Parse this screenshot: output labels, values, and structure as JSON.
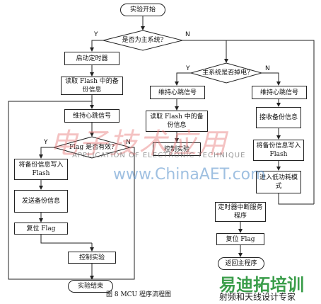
{
  "nodes": {
    "start": "实验开始",
    "is_main": "是否为主系统?",
    "start_timer": "启动定时器",
    "read_flash_backup_left": "读取 Flash 中的备份信息",
    "maintain_heartbeat_left": "维持心跳信号",
    "flag_valid": "Flag 是否有效?",
    "save_backup_flash": "将备份信息写入 Flash",
    "send_backup": "发送备份信息",
    "reset_flag": "复位 Flag",
    "control_experiment_left": "控制实验",
    "end": "实验结束",
    "main_powered_off": "主系统是否掉电?",
    "maintain_heartbeat_mid": "维持心跳信号",
    "read_flash_backup_mid": "读取 Flash 中的备份信息",
    "control_experiment_mid": "控制实验",
    "maintain_heartbeat_right": "维持心跳信号",
    "receive_backup": "接收备份信息",
    "write_backup_flash_right": "将备份信息写入 Flash",
    "low_power_mode": "进入低功耗模式",
    "timer_isr": "定时器中断服务程序",
    "reset_flag_right": "复位 Flag",
    "return_main": "返回主程序"
  },
  "branch_labels": {
    "is_main_yes": "Y",
    "is_main_no": "N",
    "powered_off_yes": "Y",
    "powered_off_no": "N",
    "flag_yes": "Y",
    "flag_no": "N"
  },
  "caption": "图 8  MCU 程序流程图",
  "watermark": {
    "cn": "电子技术应用",
    "en": "APPLICATION OF ELECTRONIC TECHNIQUE",
    "url": "www.ChinaAET.com"
  },
  "brand": {
    "name": "易迪拓培训",
    "slogan": "射频和天线设计专家"
  }
}
